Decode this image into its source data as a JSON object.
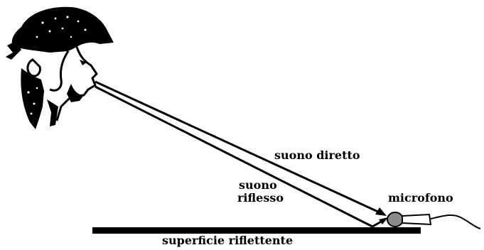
{
  "diagram": {
    "labels": {
      "direct_sound": "suono diretto",
      "reflected_sound": [
        "suono",
        "riflesso"
      ],
      "microphone": "microfono",
      "surface": "superficie riflettente"
    },
    "colors": {
      "ink": "#000000",
      "microphone_head": "#8a8a8a",
      "background": "#ffffff"
    },
    "icons": {
      "speaker": "head-profile-icon",
      "microphone": "microphone-icon"
    }
  }
}
